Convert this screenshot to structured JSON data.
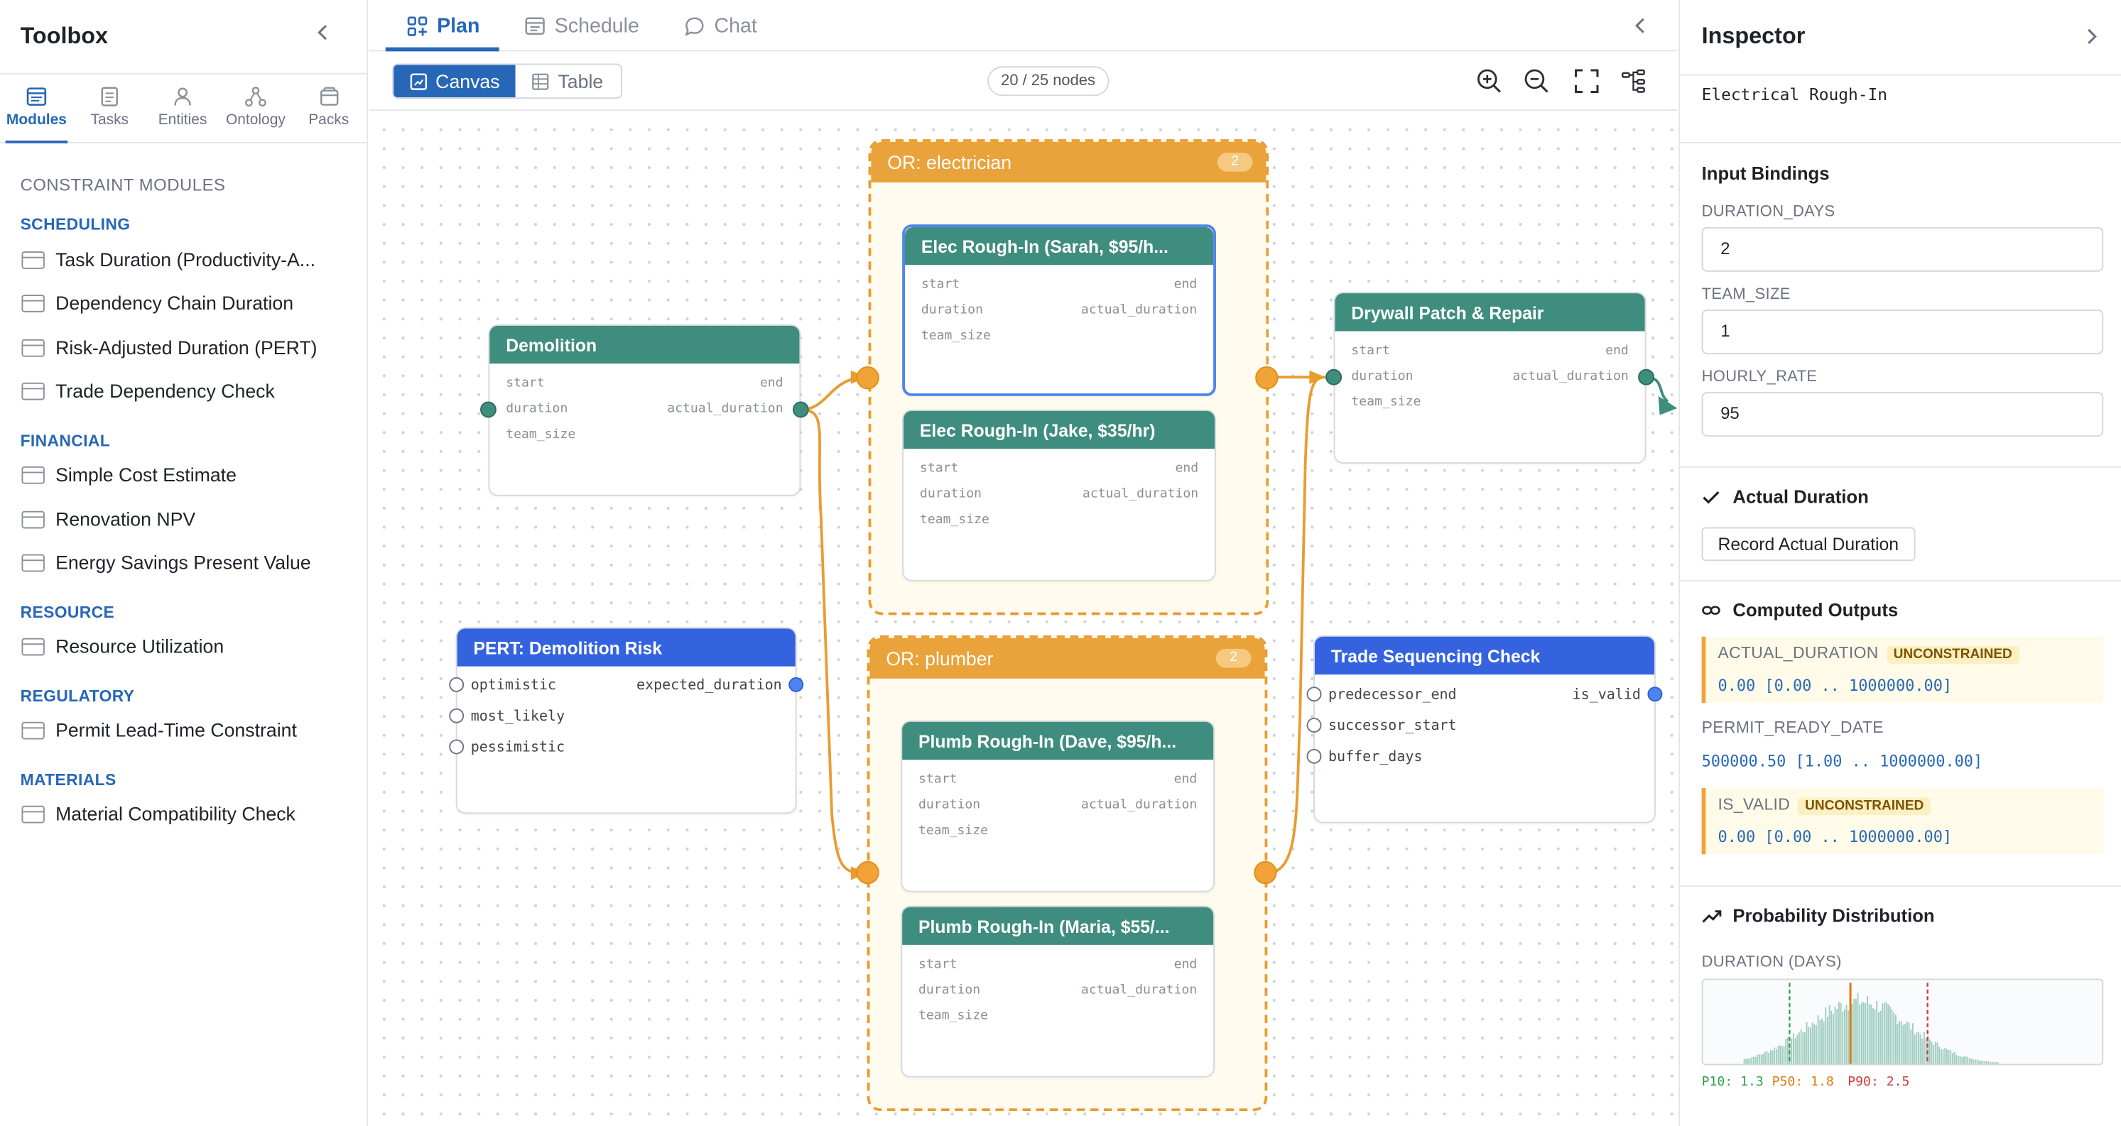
{
  "toolbox": {
    "title": "Toolbox",
    "tabs": [
      {
        "label": "Modules",
        "icon": "modules-icon",
        "active": true
      },
      {
        "label": "Tasks",
        "icon": "tasks-icon"
      },
      {
        "label": "Entities",
        "icon": "person-icon"
      },
      {
        "label": "Ontology",
        "icon": "ontology-icon"
      },
      {
        "label": "Packs",
        "icon": "package-icon"
      }
    ],
    "section_title": "CONSTRAINT MODULES",
    "categories": [
      {
        "name": "SCHEDULING",
        "items": [
          "Task Duration (Productivity-A...",
          "Dependency Chain Duration",
          "Risk-Adjusted Duration (PERT)",
          "Trade Dependency Check"
        ]
      },
      {
        "name": "FINANCIAL",
        "items": [
          "Simple Cost Estimate",
          "Renovation NPV",
          "Energy Savings Present Value"
        ]
      },
      {
        "name": "RESOURCE",
        "items": [
          "Resource Utilization"
        ]
      },
      {
        "name": "REGULATORY",
        "items": [
          "Permit Lead-Time Constraint"
        ]
      },
      {
        "name": "MATERIALS",
        "items": [
          "Material Compatibility Check"
        ]
      }
    ]
  },
  "view_tabs": [
    {
      "label": "Plan",
      "active": true
    },
    {
      "label": "Schedule"
    },
    {
      "label": "Chat"
    }
  ],
  "subbar": {
    "canvas_label": "Canvas",
    "table_label": "Table",
    "node_count": "20 / 25 nodes"
  },
  "canvas": {
    "groups": [
      {
        "title": "OR: electrician",
        "count": "2"
      },
      {
        "title": "OR: plumber",
        "count": "2"
      }
    ],
    "nodes": {
      "demolition": {
        "title": "Demolition",
        "start": "start",
        "end": "end",
        "duration": "duration",
        "actual_duration": "actual_duration",
        "team_size": "team_size"
      },
      "elec_sarah": {
        "title": "Elec Rough-In (Sarah, $95/h...",
        "start": "start",
        "end": "end",
        "duration": "duration",
        "actual_duration": "actual_duration",
        "team_size": "team_size"
      },
      "elec_jake": {
        "title": "Elec Rough-In (Jake, $35/hr)",
        "start": "start",
        "end": "end",
        "duration": "duration",
        "actual_duration": "actual_duration",
        "team_size": "team_size"
      },
      "drywall": {
        "title": "Drywall Patch & Repair",
        "start": "start",
        "end": "end",
        "duration": "duration",
        "actual_duration": "actual_duration",
        "team_size": "team_size"
      },
      "pert": {
        "title": "PERT: Demolition Risk",
        "optimistic": "optimistic",
        "most_likely": "most_likely",
        "pessimistic": "pessimistic",
        "expected_duration": "expected_duration"
      },
      "plumb_dave": {
        "title": "Plumb Rough-In (Dave, $95/h...",
        "start": "start",
        "end": "end",
        "duration": "duration",
        "actual_duration": "actual_duration",
        "team_size": "team_size"
      },
      "plumb_maria": {
        "title": "Plumb Rough-In (Maria, $55/...",
        "start": "start",
        "end": "end",
        "duration": "duration",
        "actual_duration": "actual_duration",
        "team_size": "team_size"
      },
      "trade_seq": {
        "title": "Trade Sequencing Check",
        "predecessor_end": "predecessor_end",
        "successor_start": "successor_start",
        "buffer_days": "buffer_days",
        "is_valid": "is_valid"
      }
    }
  },
  "inspector": {
    "title": "Inspector",
    "selected_node": "Electrical Rough-In",
    "input_bindings_title": "Input Bindings",
    "fields": [
      {
        "label": "DURATION_DAYS",
        "value": "2"
      },
      {
        "label": "TEAM_SIZE",
        "value": "1"
      },
      {
        "label": "HOURLY_RATE",
        "value": "95"
      }
    ],
    "actual_duration_title": "Actual Duration",
    "record_button": "Record Actual Duration",
    "computed_outputs_title": "Computed Outputs",
    "outputs": [
      {
        "label": "ACTUAL_DURATION",
        "badge": "UNCONSTRAINED",
        "value": "0.00 [0.00 .. 1000000.00]"
      },
      {
        "label": "PERMIT_READY_DATE",
        "value": "500000.50 [1.00 .. 1000000.00]"
      },
      {
        "label": "IS_VALID",
        "badge": "UNCONSTRAINED",
        "value": "0.00 [0.00 .. 1000000.00]"
      }
    ],
    "probability_title": "Probability Distribution",
    "hist_label": "DURATION (DAYS)",
    "p10": "P10: 1.3",
    "p50": "P50: 1.8",
    "p90": "P90: 2.5",
    "colors": {
      "p10": "#2e9e4a",
      "p50": "#e07b10",
      "p90": "#d33a3a",
      "bars": "#9fcdbf"
    }
  }
}
